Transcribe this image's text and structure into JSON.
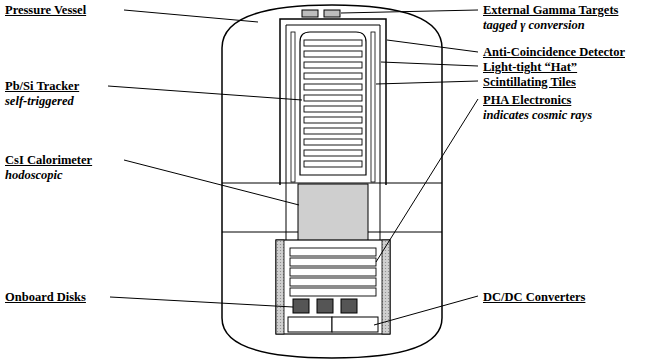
{
  "diagram": {
    "labels": [
      "Pressure Vessel",
      "Pb/Si Tracker",
      "self-triggered",
      "CsI Calorimeter",
      "hodoscopic",
      "Onboard Disks",
      "External Gamma Targets",
      "tagged γ conversion",
      "Anti-Coincidence Detector",
      "Light-tight “Hat”",
      "Scintillating Tiles",
      "PHA Electronics",
      "indicates cosmic rays",
      "DC/DC Converters"
    ]
  }
}
